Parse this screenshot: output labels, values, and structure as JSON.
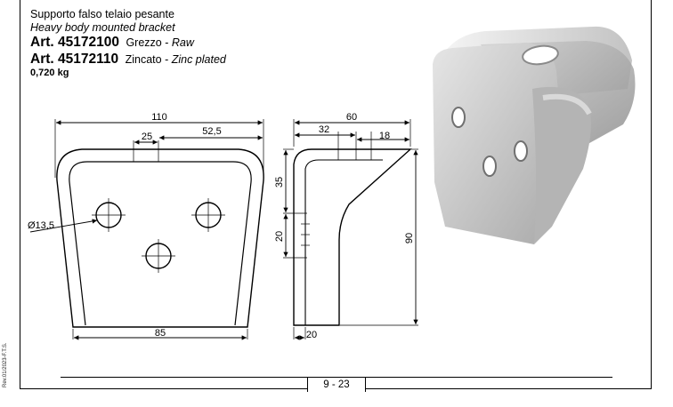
{
  "header": {
    "title_it": "Supporto falso telaio pesante",
    "title_en": "Heavy body mounted bracket",
    "articles": [
      {
        "code": "Art. 45172100",
        "finish_it": "Grezzo",
        "finish_en": "Raw"
      },
      {
        "code": "Art. 45172110",
        "finish_it": "Zincato",
        "finish_en": "Zinc plated"
      }
    ],
    "weight": "0,720 kg",
    "separator": " - "
  },
  "front_view": {
    "dim_width_top": "110",
    "dim_half": "52,5",
    "dim_hole_offset": "25",
    "dim_hole_diameter": "Ø13,5",
    "dim_width_bottom": "85"
  },
  "side_view": {
    "dim_depth": "60",
    "dim_32": "32",
    "dim_18": "18",
    "dim_35": "35",
    "dim_20_vert": "20",
    "dim_height": "90",
    "dim_20_horiz": "20"
  },
  "footer": {
    "page_number": "9 - 23",
    "revision": "Rev.01/2023-F.T.S."
  }
}
